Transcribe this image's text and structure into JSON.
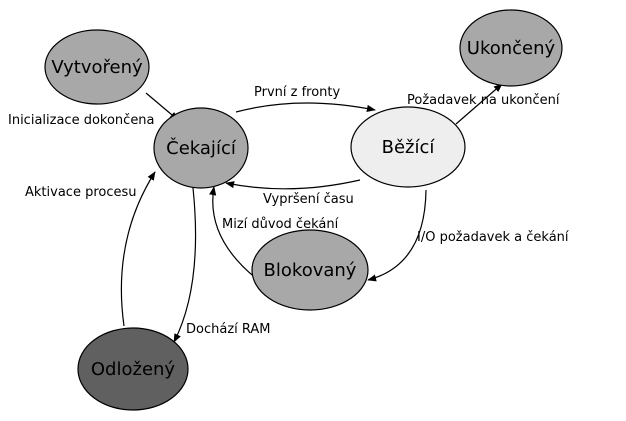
{
  "nodes": {
    "vytvoreny": {
      "label": "Vytvořený",
      "fill": "#a8a8a8"
    },
    "ukonceny": {
      "label": "Ukončený",
      "fill": "#a8a8a8"
    },
    "cekajici": {
      "label": "Čekající",
      "fill": "#a8a8a8"
    },
    "bezici": {
      "label": "Běžící",
      "fill": "#eeeeee"
    },
    "blokovany": {
      "label": "Blokovaný",
      "fill": "#a8a8a8"
    },
    "odlozeny": {
      "label": "Odložený",
      "fill": "#606060"
    }
  },
  "edges": {
    "inicializace": "Inicializace dokončena",
    "prvni": "První z fronty",
    "pozadavek_ukonceni": "Požadavek na ukončení",
    "vyprseni": "Vypršení času",
    "aktivace": "Aktivace procesu",
    "mizi": "Mizí důvod čekání",
    "io": "I/O požadavek a čekání",
    "dochazi": "Dochází RAM"
  }
}
